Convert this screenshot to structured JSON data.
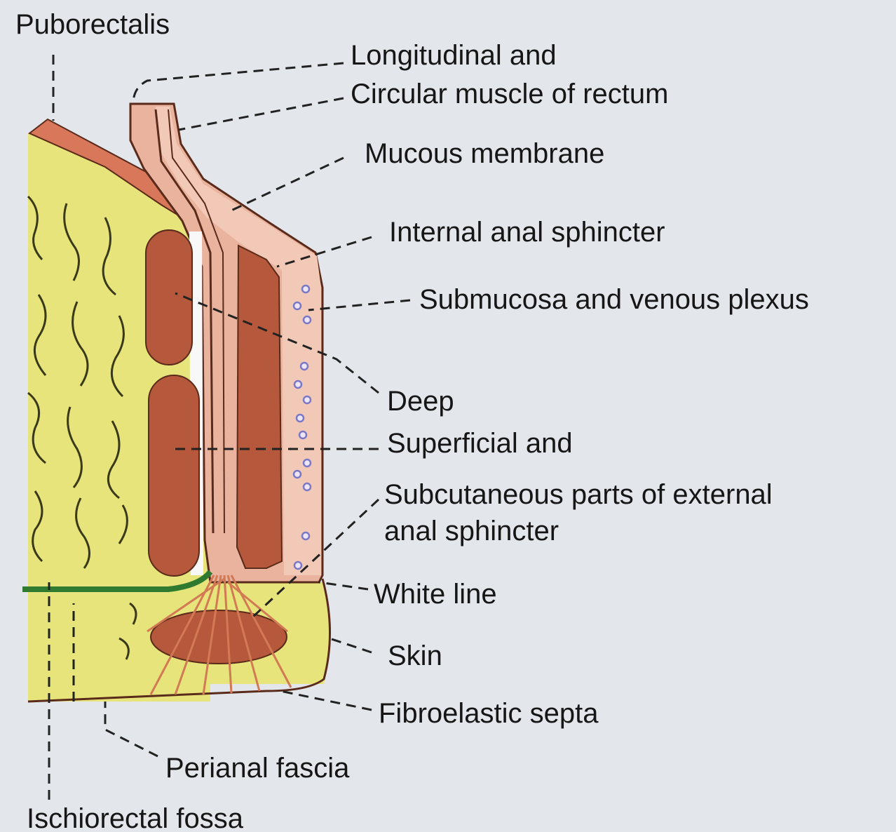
{
  "colors": {
    "background": "#e3e6ea",
    "fat": "#e6e47a",
    "muscle_light": "#e9b39e",
    "muscle_dark": "#b5583b",
    "mucosa": "#f0c7b5",
    "white_line": "#2f7a2f",
    "outline": "#5a2a1a",
    "vein": "#7a78c8"
  },
  "labels": {
    "puborectalis": "Puborectalis",
    "longitudinal_1": "Longitudinal and",
    "longitudinal_2": "Circular muscle of rectum",
    "mucous_membrane": "Mucous membrane",
    "internal_sphincter": "Internal anal sphincter",
    "submucosa": "Submucosa and venous plexus",
    "deep": "Deep",
    "superficial": "Superficial and",
    "subcutaneous_1": "Subcutaneous parts of external",
    "subcutaneous_2": "anal sphincter",
    "white_line": "White line",
    "skin": "Skin",
    "fibroelastic": "Fibroelastic septa",
    "perianal_fascia": "Perianal fascia",
    "ischiorectal_fossa": "Ischiorectal fossa"
  }
}
